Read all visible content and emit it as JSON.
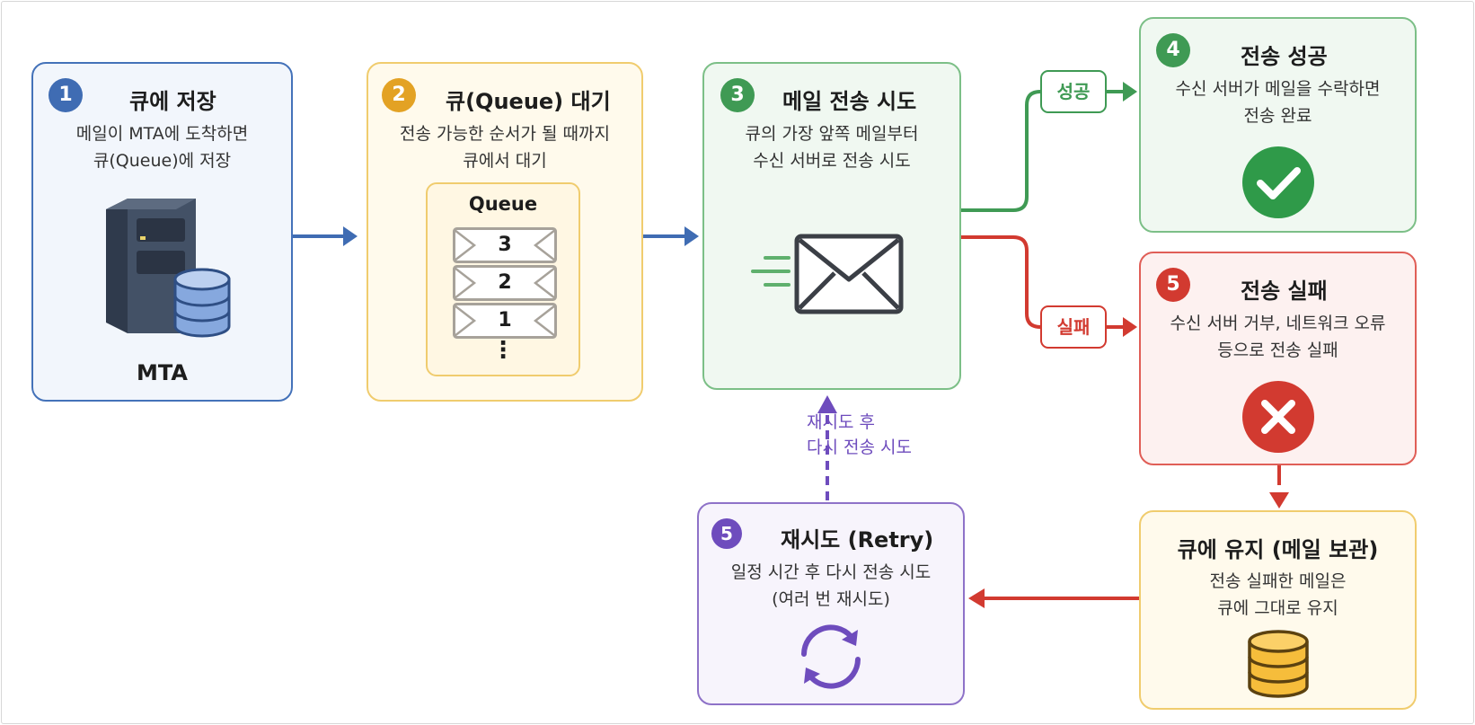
{
  "steps": {
    "store": {
      "badge": "1",
      "title": "큐에 저장",
      "desc": [
        "메일이 MTA에 도착하면",
        "큐(Queue)에 저장"
      ],
      "server_label": "MTA",
      "icon": "server-database-icon"
    },
    "wait": {
      "badge": "2",
      "title": "큐(Queue) 대기",
      "desc": [
        "전송 가능한 순서가 될 때까지",
        "큐에서 대기"
      ],
      "queue_label": "Queue",
      "queue_items": [
        "3",
        "2",
        "1"
      ],
      "queue_more": "⋮"
    },
    "send": {
      "badge": "3",
      "title": "메일 전송 시도",
      "desc": [
        "큐의 가장 앞쪽 메일부터",
        "수신 서버로 전송 시도"
      ],
      "icon": "envelope-icon"
    },
    "success": {
      "badge": "4",
      "title": "전송 성공",
      "desc": [
        "수신 서버가 메일을 수락하면",
        "전송 완료"
      ],
      "icon": "check-circle-icon"
    },
    "failure": {
      "badge": "5",
      "title": "전송 실패",
      "desc": [
        "수신 서버 거부, 네트워크 오류",
        "등으로 전송 실패"
      ],
      "icon": "x-circle-icon"
    },
    "keep": {
      "title": "큐에 유지 (메일 보관)",
      "desc": [
        "전송 실패한 메일은",
        "큐에 그대로 유지"
      ],
      "icon": "database-icon"
    },
    "retry": {
      "badge": "5",
      "title": "재시도 (Retry)",
      "desc": [
        "일정 시간 후 다시 전송 시도",
        "(여러 번 재시도)"
      ],
      "icon": "refresh-icon"
    }
  },
  "links": {
    "success_label": "성공",
    "failure_label": "실패",
    "retry_note": [
      "재시도 후",
      "다시 전송 시도"
    ]
  },
  "colors": {
    "blue": "#3f6cb3",
    "yellow": "#e3a224",
    "green": "#3f9a54",
    "red": "#d23a30",
    "purple": "#6e4cbd"
  }
}
